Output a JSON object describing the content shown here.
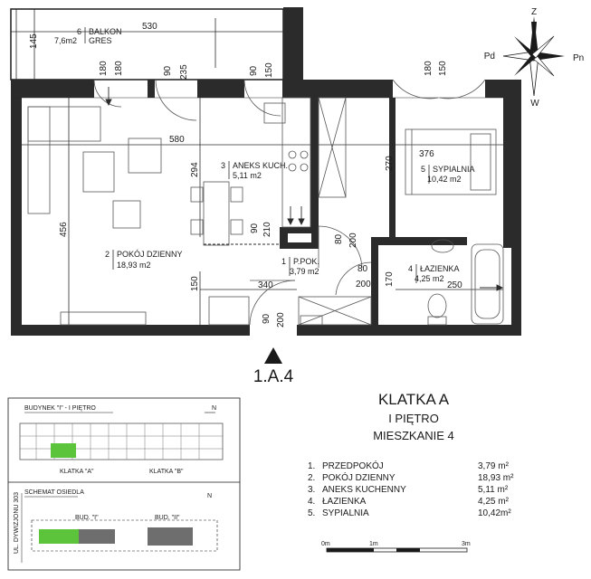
{
  "unit_code": "1.A.4",
  "compass": {
    "n": "Z",
    "s": "W",
    "e": "Pn",
    "w": "Pd"
  },
  "rooms": [
    {
      "num": "1",
      "name": "P.POK.",
      "area": "3,79 m2"
    },
    {
      "num": "2",
      "name": "POKÓJ DZIENNY",
      "area": "18,93 m2"
    },
    {
      "num": "3",
      "name": "ANEKS KUCH.",
      "area": "5,11 m2"
    },
    {
      "num": "4",
      "name": "ŁAZIENKA",
      "area": "4,25 m2"
    },
    {
      "num": "5",
      "name": "SYPIALNIA",
      "area": "10,42 m2"
    },
    {
      "num": "6",
      "name": "BALKON",
      "area": "7,6m2",
      "material": "GRES"
    }
  ],
  "dimensions": {
    "balcony_width": "530",
    "balcony_depth": "145",
    "living_width": "580",
    "living_height": "456",
    "kitchen_depth": "294",
    "hall_width": "340",
    "bedroom_width": "376",
    "bedroom_depth": "270",
    "bath_width": "250",
    "lower_height": "150",
    "d_170": "170",
    "windows": [
      "180",
      "180",
      "90",
      "235",
      "90",
      "150",
      "180",
      "150"
    ],
    "doors": [
      {
        "w": "90",
        "h": "210"
      },
      {
        "w": "80",
        "h": "200"
      },
      {
        "w": "80",
        "h": "200"
      },
      {
        "w": "90",
        "h": "200"
      }
    ]
  },
  "header": {
    "stair": "KLATKA A",
    "floor": "I PIĘTRO",
    "apartment": "MIESZKANIE 4"
  },
  "legend": [
    {
      "num": "1.",
      "name": "PRZEDPOKÓJ",
      "area": "3,79 m²"
    },
    {
      "num": "2.",
      "name": "POKÓJ DZIENNY",
      "area": "18,93 m²"
    },
    {
      "num": "3.",
      "name": "ANEKS KUCHENNY",
      "area": "5,11 m²"
    },
    {
      "num": "4.",
      "name": "ŁAZIENKA",
      "area": "4,25 m²"
    },
    {
      "num": "5.",
      "name": "SYPIALNIA",
      "area": "10,42m²"
    }
  ],
  "scale": {
    "labels": [
      "0m",
      "1m",
      "3m"
    ]
  },
  "keyplan": {
    "building": "BUDYNEK \"I\" - I PIĘTRO",
    "stair_a": "KLATKA \"A\"",
    "stair_b": "KLATKA \"B\"",
    "site": "SCHEMAT OSIEDLA",
    "street": "UL. DYWIZJONU 303",
    "bud1": "BUD. \"I\"",
    "bud2": "BUD. \"II\"",
    "north": "N"
  },
  "colors": {
    "wall": "#2b2b2b",
    "highlight": "#5cc43a",
    "building": "#6e6e6e"
  }
}
